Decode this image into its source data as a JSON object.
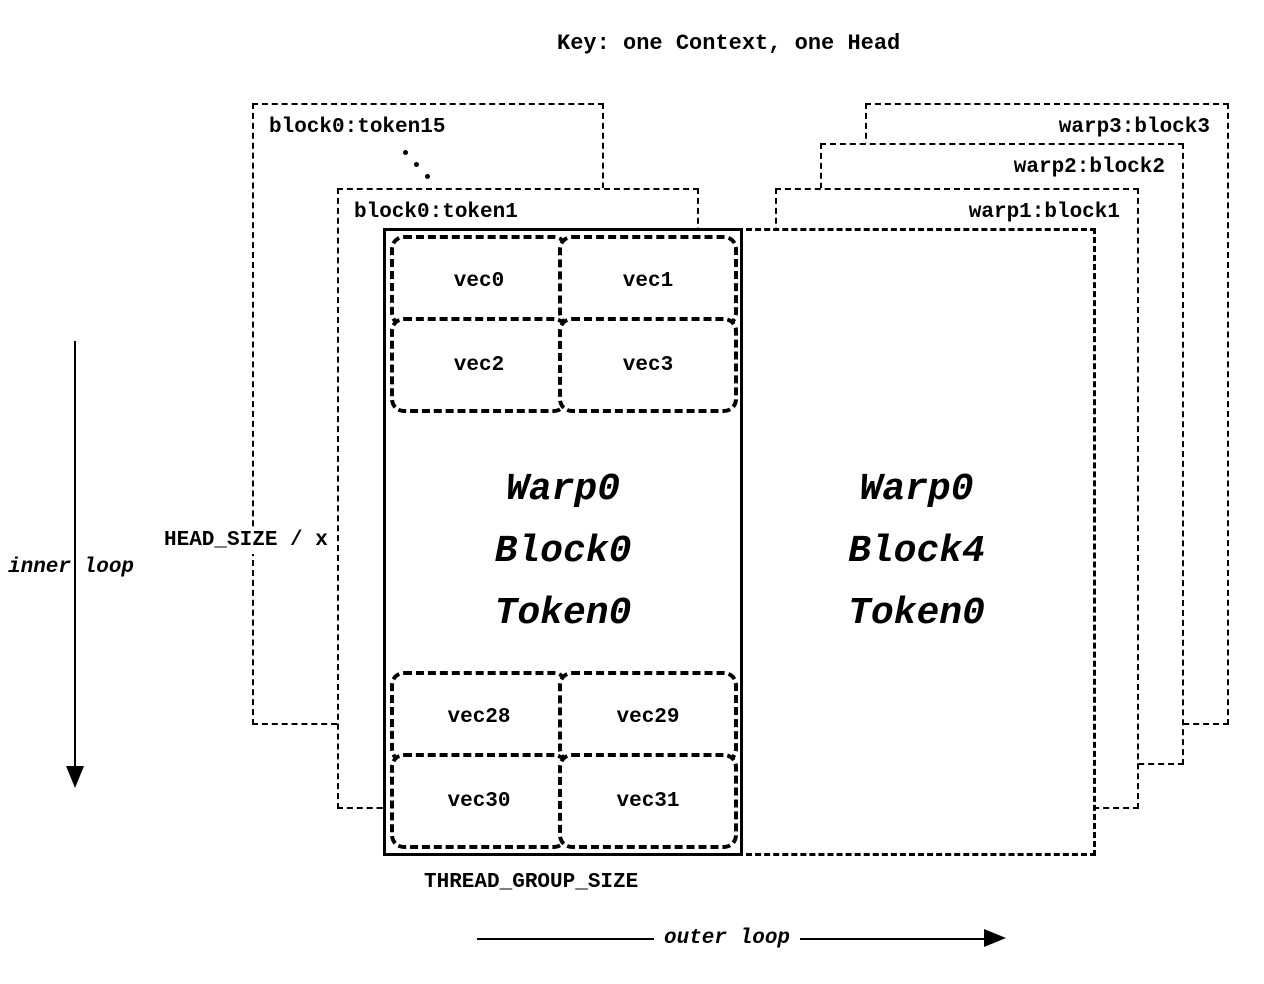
{
  "title": "Key: one Context, one Head",
  "left_stack": {
    "back_box_label": "block0:token15",
    "front_box_label": "block0:token1"
  },
  "right_stack": {
    "back_box_label": "warp3:block3",
    "middle_box_label": "warp2:block2",
    "front_box_label": "warp1:block1"
  },
  "left_block": {
    "lines": [
      "Warp0",
      "Block0",
      "Token0"
    ],
    "top_vecs": [
      "vec0",
      "vec1",
      "vec2",
      "vec3"
    ],
    "bottom_vecs": [
      "vec28",
      "vec29",
      "vec30",
      "vec31"
    ]
  },
  "right_block": {
    "lines": [
      "Warp0",
      "Block4",
      "Token0"
    ]
  },
  "annotations": {
    "head_size": "HEAD_SIZE / x",
    "inner_loop": "inner loop",
    "outer_loop": "outer loop",
    "thread_group_size": "THREAD_GROUP_SIZE"
  },
  "colors": {
    "ink": "#000000",
    "background": "#ffffff"
  }
}
